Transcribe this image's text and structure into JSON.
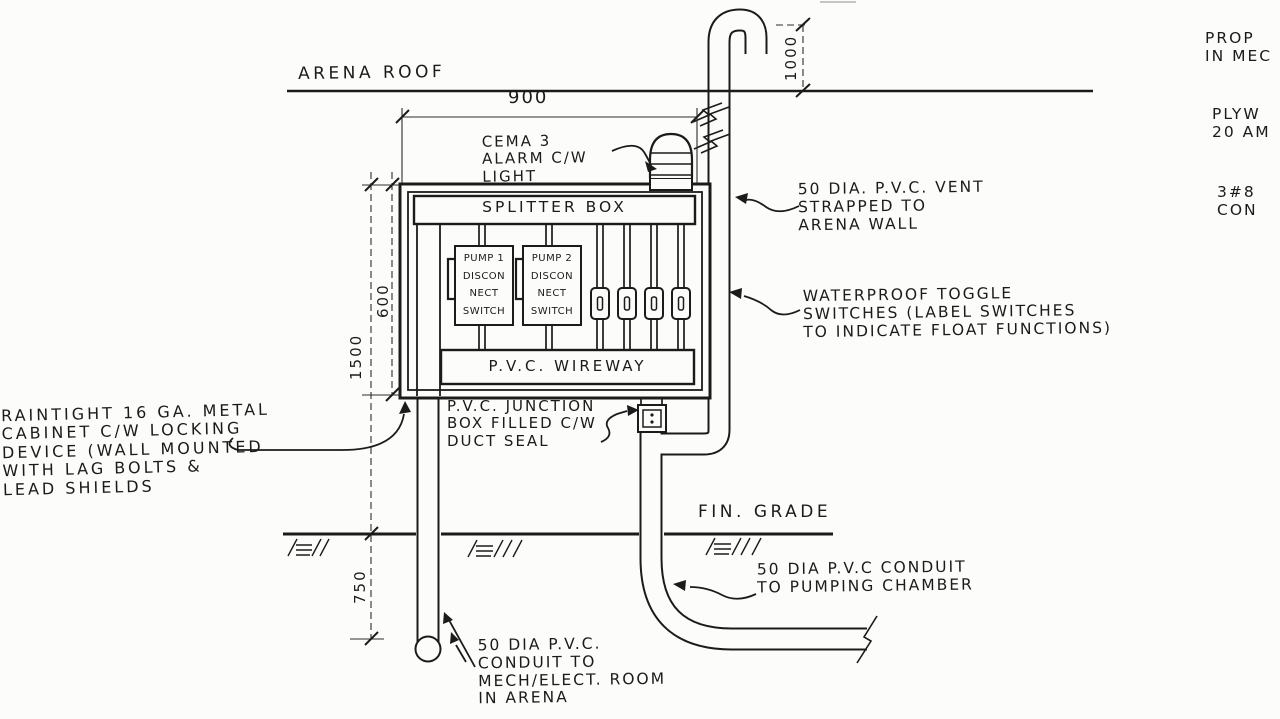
{
  "colors": {
    "ink": "#1b1b1b",
    "paper": "#fcfcfa"
  },
  "drawing": {
    "roof_label": "ARENA ROOF",
    "grade_label": "FIN. GRADE",
    "dimensions": {
      "cabinet_width": "900",
      "vent_height_above_roof": "1000",
      "cabinet_height": "600",
      "cabinet_top_to_grade": "1500",
      "conduit_depth_below_grade": "750"
    },
    "cabinet": {
      "splitter_box_label": "SPLITTER BOX",
      "wireway_label": "P.V.C. WIREWAY",
      "pump1_switch_label": "PUMP 1\nDISCON\nNECT\nSWITCH",
      "pump2_switch_label": "PUMP 2\nDISCON\nNECT\nSWITCH"
    },
    "notes": {
      "alarm_light": "CEMA 3\nALARM C/W\nLIGHT",
      "vent_pipe": "50 DIA. P.V.C. VENT\nSTRAPPED TO\nARENA WALL",
      "toggle_switches": "WATERPROOF TOGGLE\nSWITCHES (LABEL SWITCHES\nTO INDICATE FLOAT FUNCTIONS)",
      "metal_cabinet": "RAINTIGHT 16 GA. METAL\nCABINET C/W LOCKING\nDEVICE (WALL MOUNTED\nWITH LAG BOLTS &\nLEAD SHIELDS",
      "junction_box": "P.V.C. JUNCTION\nBOX FILLED C/W\nDUCT SEAL",
      "conduit_to_pumping": "50 DIA P.V.C CONDUIT\nTO PUMPING CHAMBER",
      "conduit_to_mech": "50 DIA P.V.C.\nCONDUIT TO\nMECH/ELECT. ROOM\nIN ARENA"
    },
    "edge_notes_partial": {
      "note1": "PROP\nIN MEC",
      "note2": "PLYW\n20 AM",
      "note3": "3#8\nCON"
    }
  }
}
